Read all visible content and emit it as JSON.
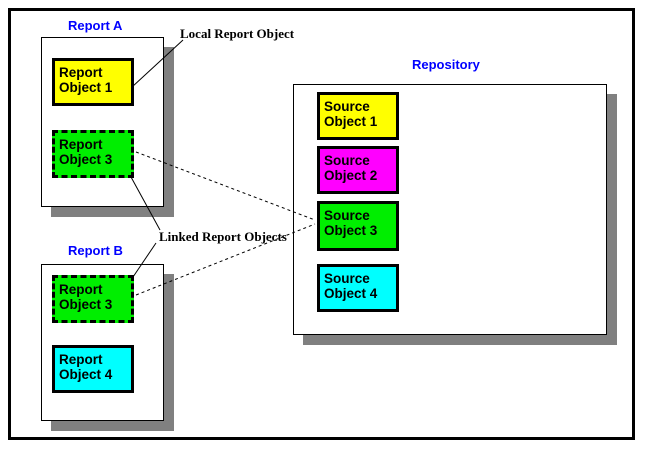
{
  "diagram": {
    "title_color": "#0000ff",
    "shadow_color": "#808080",
    "border_color": "#000000",
    "panels": [
      {
        "id": "report-a",
        "title": "Report A"
      },
      {
        "id": "report-b",
        "title": "Report B"
      },
      {
        "id": "repository",
        "title": "Repository"
      }
    ],
    "report_a_objects": [
      {
        "line1": "Report",
        "line2": "Object 1",
        "color": "#ffff00",
        "style": "solid"
      },
      {
        "line1": "Report",
        "line2": "Object 3",
        "color": "#00ee00",
        "style": "dashed"
      }
    ],
    "report_b_objects": [
      {
        "line1": "Report",
        "line2": "Object 3",
        "color": "#00ee00",
        "style": "dashed"
      },
      {
        "line1": "Report",
        "line2": "Object 4",
        "color": "#00ffff",
        "style": "solid"
      }
    ],
    "repository_objects": [
      {
        "line1": "Source",
        "line2": "Object 1",
        "color": "#ffff00",
        "style": "solid"
      },
      {
        "line1": "Source",
        "line2": "Object 2",
        "color": "#ff00ff",
        "style": "solid"
      },
      {
        "line1": "Source",
        "line2": "Object 3",
        "color": "#00ee00",
        "style": "solid"
      },
      {
        "line1": "Source",
        "line2": "Object 4",
        "color": "#00ffff",
        "style": "solid"
      }
    ],
    "annotations": [
      {
        "id": "local-report-object",
        "text": "Local Report Object"
      },
      {
        "id": "linked-report-objects",
        "text": "Linked Report Objects"
      }
    ]
  }
}
